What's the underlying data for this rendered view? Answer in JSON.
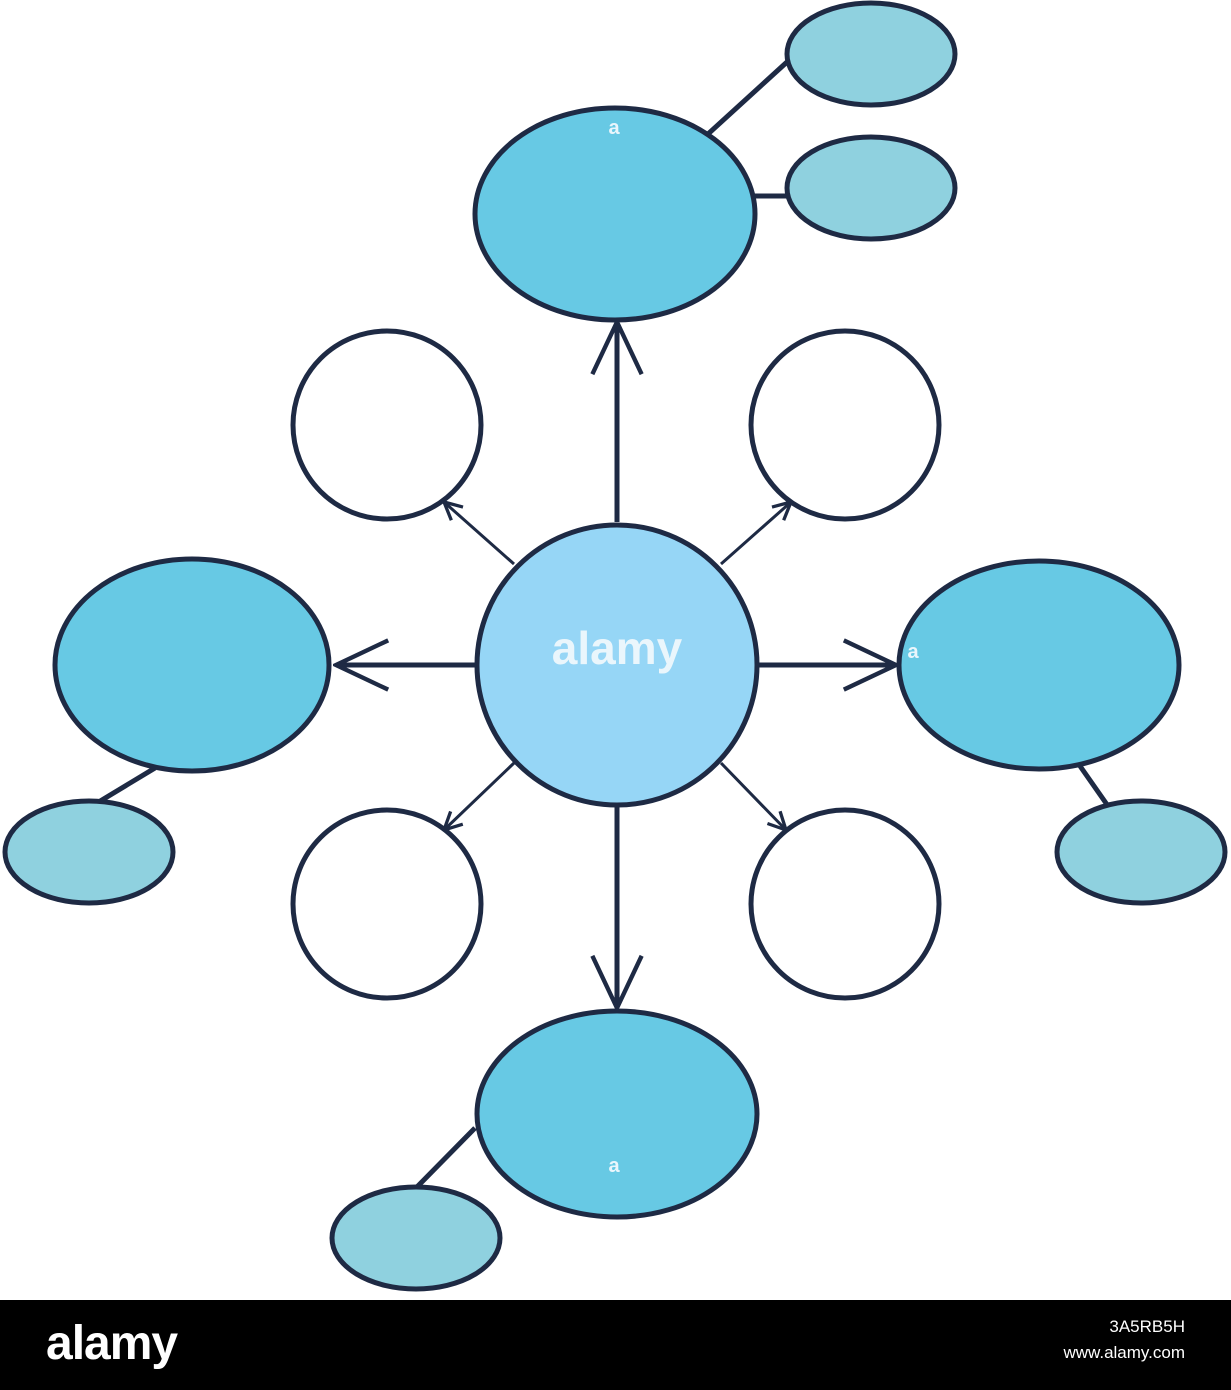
{
  "colors": {
    "stroke": "#1e2a44",
    "center_fill": "#96d6f6",
    "primary_fill": "#67c9e4",
    "secondary_fill": "#8fd1df",
    "empty_fill": "#ffffff",
    "watermark": "#eaf6fc",
    "footer_bg": "#000000",
    "footer_text": "#ffffff"
  },
  "watermark": {
    "center": "alamy",
    "mark": "a"
  },
  "footer": {
    "logo": "alamy",
    "image_id": "3A5RB5H",
    "url": "www.alamy.com"
  }
}
